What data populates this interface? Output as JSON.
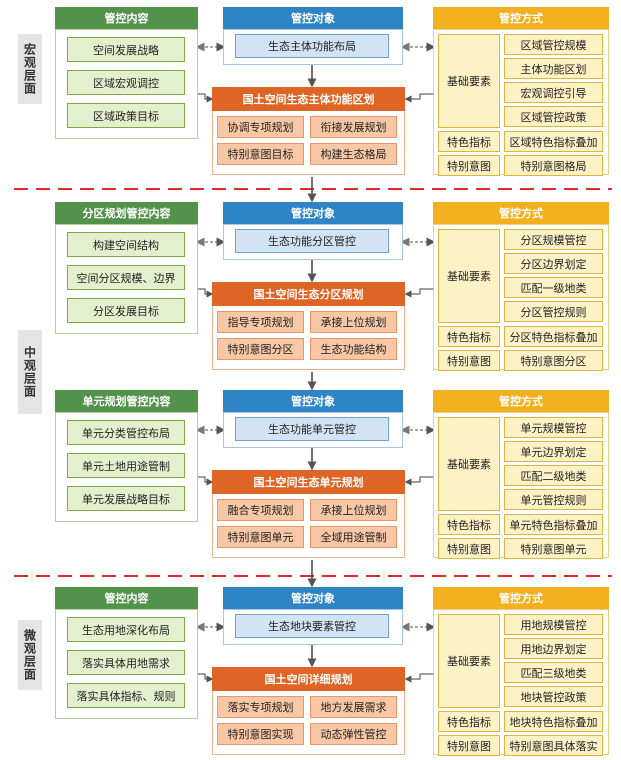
{
  "levels": {
    "macro": "宏观层面",
    "meso": "中观层面",
    "micro": "微观层面"
  },
  "rows": [
    {
      "content_header": "管控内容",
      "content_items": [
        "空间发展战略",
        "区域宏观调控",
        "区域政策目标"
      ],
      "object_header": "管控对象",
      "object_item": "生态主体功能布局",
      "plan_header": "国土空间生态主体功能区划",
      "plan_items": [
        "协调专项规划",
        "衔接发展规划",
        "特别意图目标",
        "构建生态格局"
      ],
      "method_header": "管控方式",
      "method_basic_label": "基础要素",
      "method_basic_items": [
        "区域管控规模",
        "主体功能区划",
        "宏观调控引导",
        "区域管控政策"
      ],
      "method_special_label": "特色指标",
      "method_special_item": "区域特色指标叠加",
      "method_intent_label": "特别意图",
      "method_intent_item": "特别意图格局"
    },
    {
      "content_header": "分区规划管控内容",
      "content_items": [
        "构建空间结构",
        "空间分区规模、边界",
        "分区发展目标"
      ],
      "object_header": "管控对象",
      "object_item": "生态功能分区管控",
      "plan_header": "国土空间生态分区规划",
      "plan_items": [
        "指导专项规划",
        "承接上位规划",
        "特别意图分区",
        "生态功能结构"
      ],
      "method_header": "管控方式",
      "method_basic_label": "基础要素",
      "method_basic_items": [
        "分区规模管控",
        "分区边界划定",
        "匹配一级地类",
        "分区管控规则"
      ],
      "method_special_label": "特色指标",
      "method_special_item": "分区特色指标叠加",
      "method_intent_label": "特别意图",
      "method_intent_item": "特别意图分区"
    },
    {
      "content_header": "单元规划管控内容",
      "content_items": [
        "单元分类管控布局",
        "单元土地用途管制",
        "单元发展战略目标"
      ],
      "object_header": "管控对象",
      "object_item": "生态功能单元管控",
      "plan_header": "国土空间生态单元规划",
      "plan_items": [
        "融合专项规划",
        "承接上位规划",
        "特别意图单元",
        "全域用途管制"
      ],
      "method_header": "管控方式",
      "method_basic_label": "基础要素",
      "method_basic_items": [
        "单元规模管控",
        "单元边界划定",
        "匹配二级地类",
        "单元管控规则"
      ],
      "method_special_label": "特色指标",
      "method_special_item": "单元特色指标叠加",
      "method_intent_label": "特别意图",
      "method_intent_item": "特别意图单元"
    },
    {
      "content_header": "管控内容",
      "content_items": [
        "生态用地深化布局",
        "落实具体用地需求",
        "落实具体指标、规则"
      ],
      "object_header": "管控对象",
      "object_item": "生态地块要素管控",
      "plan_header": "国土空间详细规划",
      "plan_items": [
        "落实专项规划",
        "地方发展需求",
        "特别意图实现",
        "动态弹性管控"
      ],
      "method_header": "管控方式",
      "method_basic_label": "基础要素",
      "method_basic_items": [
        "用地规模管控",
        "用地边界划定",
        "匹配三级地类",
        "地块管控政策"
      ],
      "method_special_label": "特色指标",
      "method_special_item": "地块特色指标叠加",
      "method_intent_label": "特别意图",
      "method_intent_item": "特别意图具体落实"
    }
  ]
}
